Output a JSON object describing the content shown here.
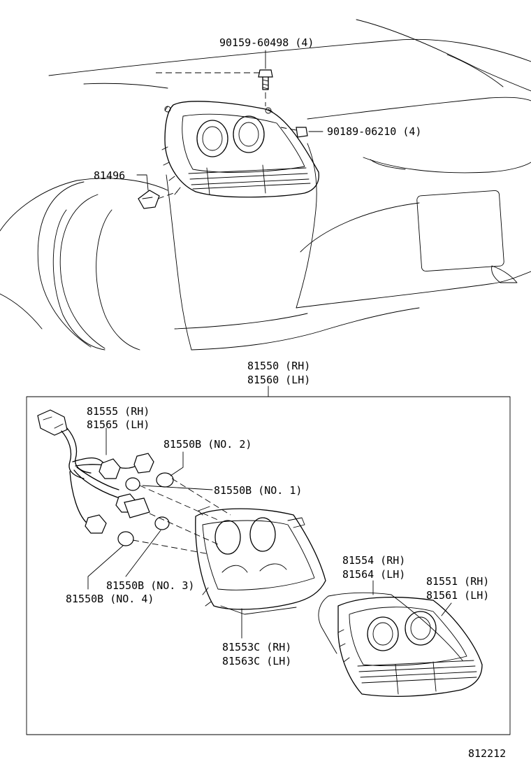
{
  "labels": {
    "bolt": "90159-60498 (4)",
    "nut": "90189-06210 (4)",
    "socket": "81496",
    "assy_rh": "81550 (RH)",
    "assy_lh": "81560 (LH)",
    "cord_rh": "81555 (RH)",
    "cord_lh": "81565 (LH)",
    "bulb_no2": "81550B (NO. 2)",
    "bulb_no1": "81550B (NO. 1)",
    "bulb_no3": "81550B (NO. 3)",
    "bulb_no4": "81550B (NO. 4)",
    "gasket_rh": "81554 (RH)",
    "gasket_lh": "81564 (LH)",
    "lens_rh": "81551 (RH)",
    "lens_lh": "81561 (LH)",
    "housing_rh": "81553C (RH)",
    "housing_lh": "81563C (LH)"
  },
  "figure_number": "812212"
}
